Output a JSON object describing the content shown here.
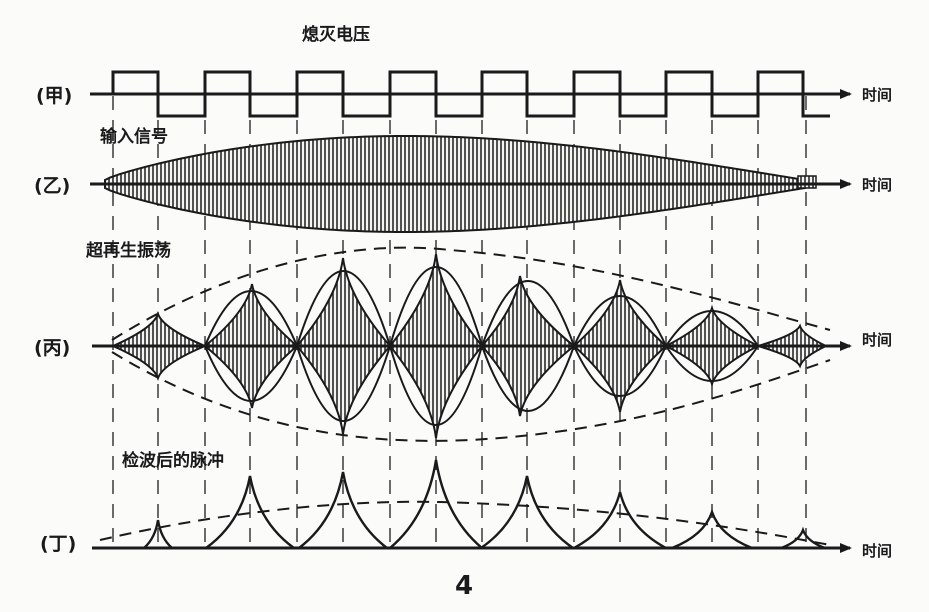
{
  "title": "熄灭电压",
  "sections": {
    "input_signal": "输入信号",
    "super_regen": "超再生振荡",
    "detected_pulse": "检波后的脉冲"
  },
  "rows": {
    "jia": "(甲)",
    "yi": "(乙)",
    "bing": "(丙)",
    "ding": "(丁)"
  },
  "axis_label": "时间",
  "page_number": "4"
}
